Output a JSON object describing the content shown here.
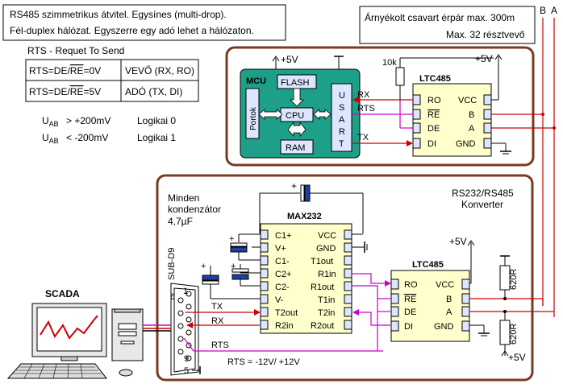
{
  "header": {
    "line1": "RS485 szimmetrikus átvitel.  Egysínes (multi-drop).",
    "line2": "Fél-duplex hálózat. Egyszerre egy adó lehet  a hálózaton."
  },
  "cable_note": {
    "line1": "Árnyékolt csavart érpár  max. 300m",
    "line2": "Max. 32 résztvevő"
  },
  "bus_labels": {
    "b": "B",
    "a": "A"
  },
  "rts_info": {
    "title": "RTS - Requet To Send",
    "rows": [
      {
        "cond_prefix": "RTS=DE/",
        "cond_bar": "RE",
        "cond_suffix": "=0V",
        "mode": "VEVŐ (RX, RO)"
      },
      {
        "cond_prefix": "RTS=DE/",
        "cond_bar": "RE",
        "cond_suffix": "=5V",
        "mode": "ADÓ (TX, DI)"
      }
    ]
  },
  "logic_levels": [
    {
      "sym": "U",
      "sub": "AB",
      "cmp": "> +200mV",
      "meaning": "Logikai 0"
    },
    {
      "sym": "U",
      "sub": "AB",
      "cmp": "< -200mV",
      "meaning": "Logikai 1"
    }
  ],
  "top_board": {
    "plus5v_left": "+5V",
    "plus5v_right": "+5V",
    "resistor": "10k",
    "mcu": {
      "title": "MCU",
      "flash": "FLASH",
      "cpu": "CPU",
      "ram": "RAM",
      "portok": "Portok",
      "usart": [
        "U",
        "S",
        "A",
        "R",
        "T"
      ]
    },
    "signals": {
      "rx": "RX",
      "rts": "RTS",
      "tx": "TX"
    },
    "ltc": {
      "title": "LTC485",
      "left": [
        "RO",
        "RE",
        "DE",
        "DI"
      ],
      "right": [
        "VCC",
        "B",
        "A",
        "GND"
      ]
    }
  },
  "bottom_board": {
    "cap_note": [
      "Minden",
      "kondenzátor",
      "4,7µF"
    ],
    "converter": [
      "RS232/RS485",
      "Konverter"
    ],
    "max232": {
      "title": "MAX232",
      "left": [
        "C1+",
        "V+",
        "C1-",
        "C2+",
        "C2-",
        "V-",
        "T2out",
        "R2in"
      ],
      "right": [
        "VCC",
        "GND",
        "T1out",
        "R1in",
        "R1out",
        "T1in",
        "T2in",
        "R2out"
      ]
    },
    "ltc": {
      "title": "LTC485",
      "left": [
        "RO",
        "RE",
        "DE",
        "DI"
      ],
      "right": [
        "VCC",
        "B",
        "A",
        "GND"
      ]
    },
    "plus5v_top": "+5V",
    "plus5v_bottom": "+5V",
    "r1": "620R",
    "r2": "620R",
    "connector": "SUB-D9",
    "pins": [
      "1",
      "6",
      "9",
      "5"
    ],
    "signals": {
      "tx": "TX",
      "rx": "RX",
      "rts": "RTS"
    },
    "rts_levels": "RTS = -12V/ +12V"
  },
  "scada": {
    "label": "SCADA"
  },
  "colors": {
    "board_border": "#7a3a22",
    "mcu_fill": "#1ea088",
    "chip_fill": "#ffffcc",
    "pin_fill": "#dde6ff",
    "wire_red": "#cc0000",
    "wire_magenta": "#cc00cc"
  }
}
